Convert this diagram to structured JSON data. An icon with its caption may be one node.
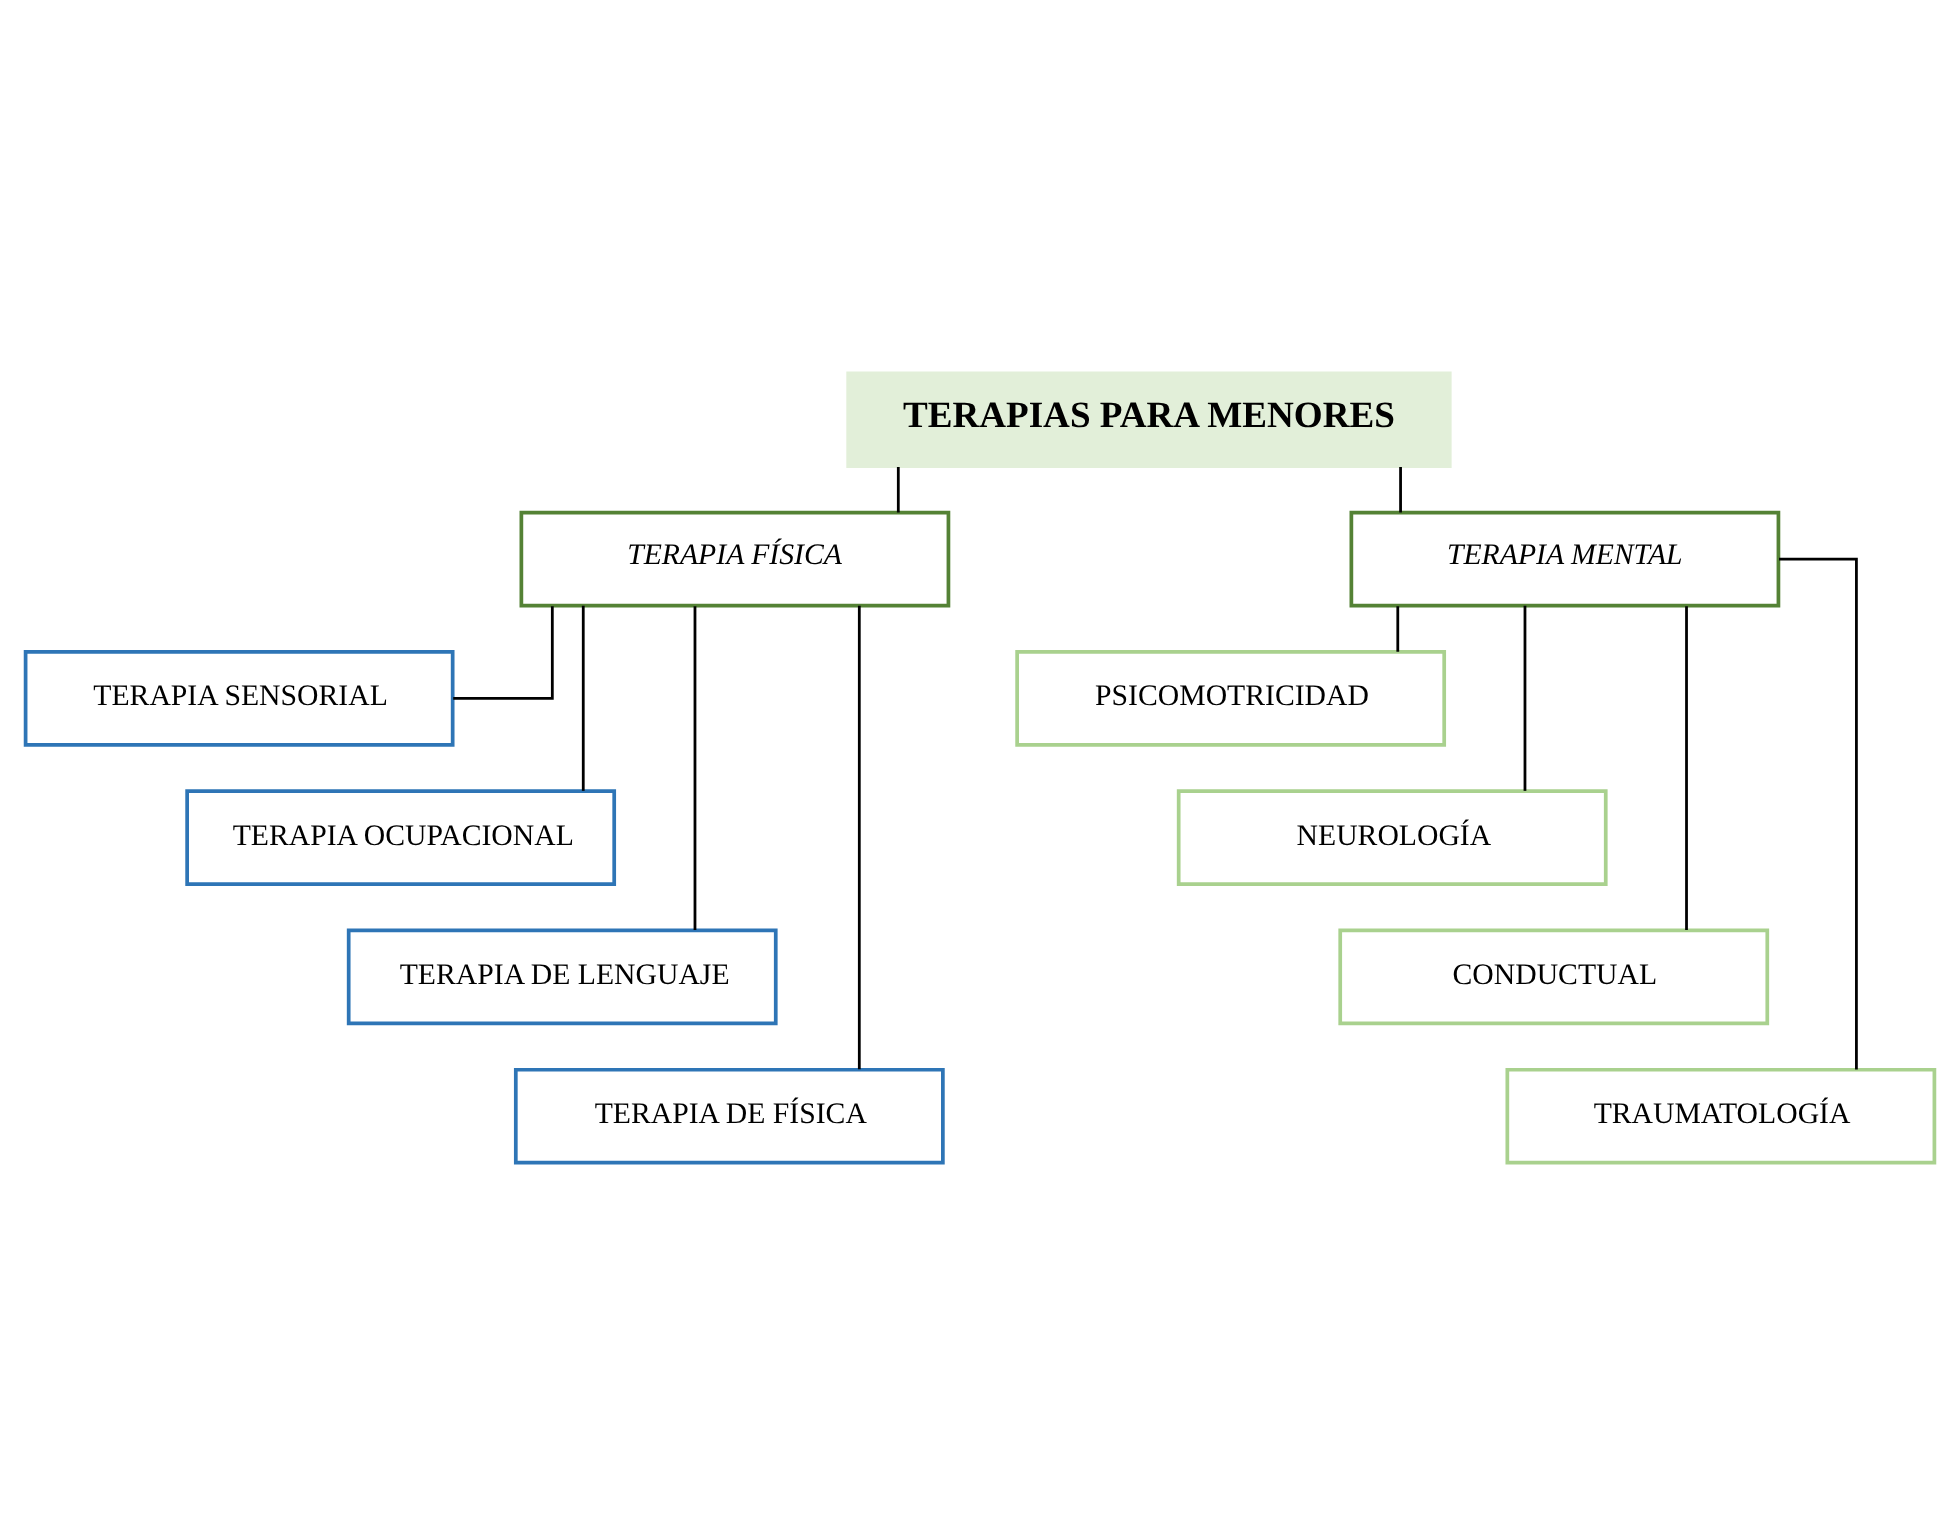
{
  "diagram": {
    "nodes": [
      {
        "text": [
          "TERAPIAS PARA MENORES"
        ]
      },
      {
        "text": [
          "TERAPIA FÍSICA"
        ]
      },
      {
        "text": [
          "TERAPIA MENTAL"
        ]
      },
      {
        "text": [
          "TERAPIA SENSORIAL"
        ]
      },
      {
        "text": [
          "TERAPIA OCUPACIONAL"
        ]
      },
      {
        "text": [
          "TERAPIA DE LENGUAJE"
        ]
      },
      {
        "text": [
          "TERAPIA DE FÍSICA"
        ]
      },
      {
        "text": [
          "PSICOMOTRICIDAD"
        ]
      },
      {
        "text": [
          "NEUROLOGÍA"
        ]
      },
      {
        "text": [
          "CONDUCTUAL"
        ]
      },
      {
        "text": [
          "TRAUMATOLOGÍA"
        ]
      }
    ],
    "edges": [
      {
        "from": 0,
        "to": 1,
        "arrow": "none"
      },
      {
        "from": 0,
        "to": 2,
        "arrow": "none"
      },
      {
        "from": 1,
        "to": 3,
        "arrow": "none"
      },
      {
        "from": 1,
        "to": 4,
        "arrow": "none"
      },
      {
        "from": 1,
        "to": 5,
        "arrow": "none"
      },
      {
        "from": 1,
        "to": 6,
        "arrow": "none"
      },
      {
        "from": 2,
        "to": 7,
        "arrow": "none"
      },
      {
        "from": 2,
        "to": 8,
        "arrow": "none"
      },
      {
        "from": 2,
        "to": 9,
        "arrow": "none"
      },
      {
        "from": 2,
        "to": 10,
        "arrow": "none"
      }
    ]
  }
}
